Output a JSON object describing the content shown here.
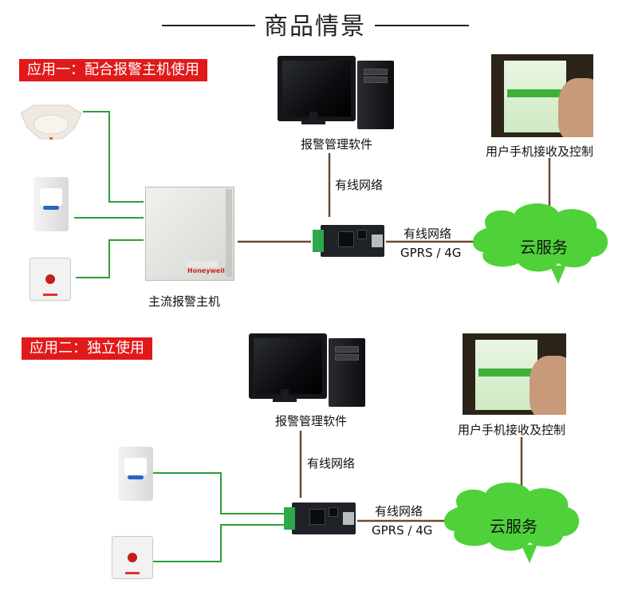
{
  "page": {
    "title": "商品情景"
  },
  "section1": {
    "tag": "应用一：配合报警主机使用",
    "software_label": "报警管理软件",
    "wired_net_label": "有线网络",
    "wired_net_label_2": "有线网络",
    "gprs_label": "GPRS / 4G",
    "cloud_label": "云服务",
    "phone_label": "用户手机接收及控制",
    "host_label": "主流报警主机",
    "host_brand": "Honeywell"
  },
  "section2": {
    "tag": "应用二：独立使用",
    "software_label": "报警管理软件",
    "wired_net_label": "有线网络",
    "wired_net_label_2": "有线网络",
    "gprs_label": "GPRS / 4G",
    "cloud_label": "云服务",
    "phone_label": "用户手机接收及控制"
  },
  "colors": {
    "accent_red": "#e01a1a",
    "wire_green": "#2f9e3a",
    "wire_brown": "#6b4a2f",
    "cloud_green": "#4fd13a"
  },
  "icons": [
    "smoke-detector-icon",
    "pir-sensor-icon",
    "panic-button-icon",
    "alarm-host-box-icon",
    "network-module-icon",
    "desktop-computer-icon",
    "smartphone-icon",
    "cloud-icon"
  ]
}
